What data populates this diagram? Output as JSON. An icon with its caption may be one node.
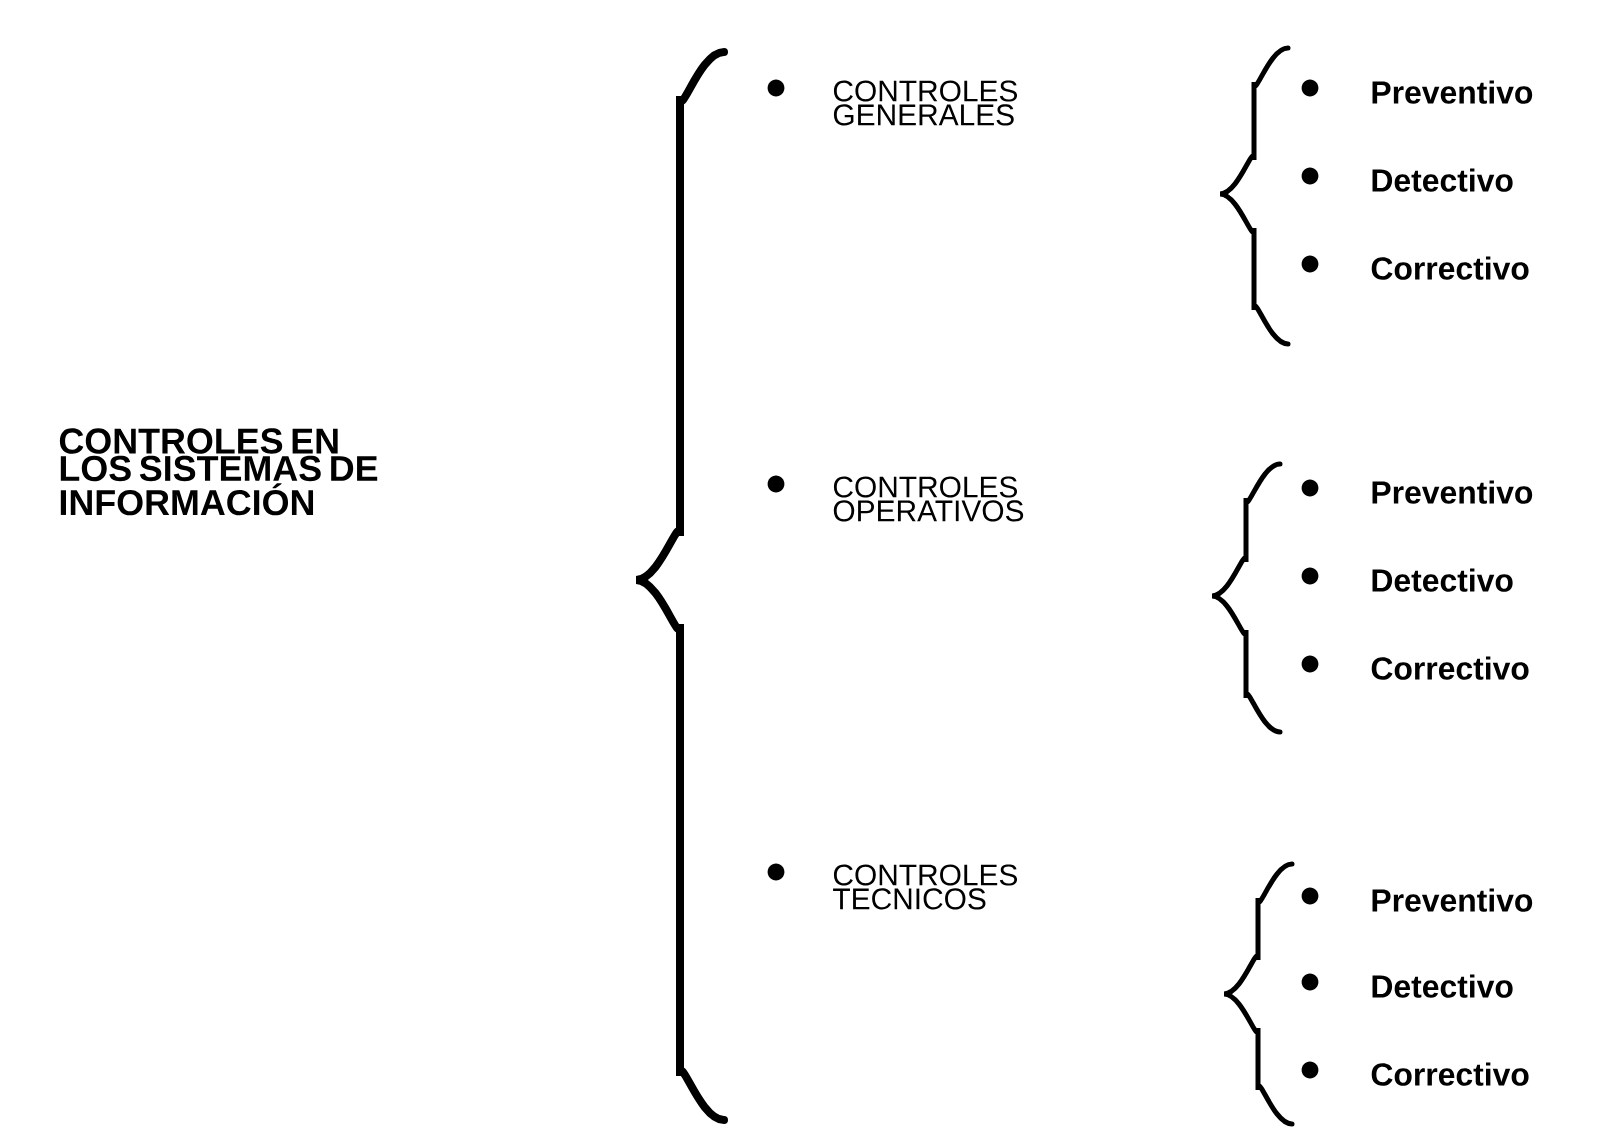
{
  "diagram": {
    "labels": [
      "CONTROLES EN LOS SISTEMAS DE INFORMACIÓN",
      "CONTROLES GENERALES",
      "Preventivo",
      "Detectivo",
      "Correctivo",
      "CONTROLES OPERATIVOS",
      "Preventivo",
      "Detectivo",
      "Correctivo",
      "CONTROLES TECNICOS",
      "Preventivo",
      "Detectivo",
      "Correctivo"
    ]
  }
}
